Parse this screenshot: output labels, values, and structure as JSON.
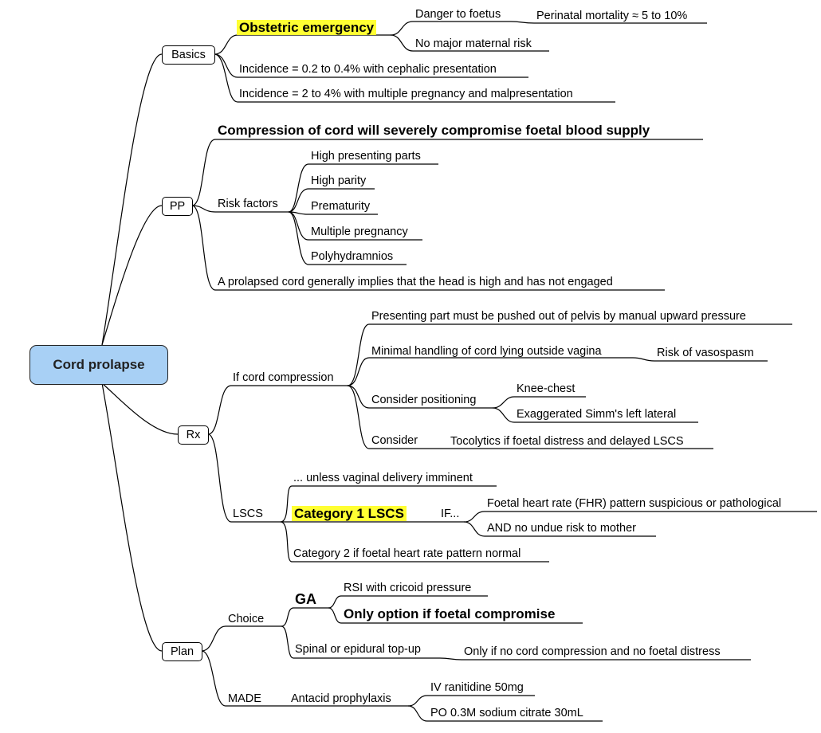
{
  "root": "Cord prolapse",
  "branches": {
    "basics": {
      "label": "Basics",
      "emergency": "Obstetric emergency",
      "danger": "Danger to foetus",
      "mortality": "Perinatal mortality ≈ 5 to 10%",
      "no_maternal": "No major maternal risk",
      "incidence_cephalic": "Incidence = 0.2 to 0.4% with cephalic presentation",
      "incidence_multiple": "Incidence = 2 to 4% with multiple pregnancy and malpresentation"
    },
    "pp": {
      "label": "PP",
      "compression": "Compression of cord will severely compromise foetal blood supply",
      "risk_factors": "Risk factors",
      "risks": [
        "High presenting parts",
        "High parity",
        "Prematurity",
        "Multiple pregnancy",
        "Polyhydramnios"
      ],
      "head_high": "A prolapsed cord generally implies that the head is high and has not engaged"
    },
    "rx": {
      "label": "Rx",
      "if_compression": "If cord compression",
      "push_out": "Presenting part must be pushed out of pelvis by manual upward pressure",
      "minimal_handling": "Minimal handling of cord lying outside vagina",
      "vasospasm": "Risk of vasospasm",
      "positioning": "Consider positioning",
      "knee_chest": "Knee-chest",
      "simms": "Exaggerated Simm's left lateral",
      "consider": "Consider",
      "tocolytics": "Tocolytics if foetal distress and delayed LSCS",
      "lscs": "LSCS",
      "unless": "... unless vaginal delivery imminent",
      "category1": "Category 1 LSCS",
      "if": "IF...",
      "fhr": "Foetal heart rate (FHR) pattern suspicious or pathological",
      "no_risk": "AND no undue risk to mother",
      "category2": "Category 2 if foetal heart rate pattern normal"
    },
    "plan": {
      "label": "Plan",
      "choice": "Choice",
      "ga": "GA",
      "rsi": "RSI with cricoid pressure",
      "only_option": "Only option if foetal compromise",
      "spinal": "Spinal or epidural top-up",
      "only_if": "Only if no cord compression and no foetal distress",
      "made": "MADE",
      "antacid": "Antacid prophylaxis",
      "ranitidine": "IV ranitidine 50mg",
      "citrate": "PO 0.3M sodium citrate 30mL"
    }
  },
  "colors": {
    "root_fill": "#a8d0f5",
    "highlight": "#ffff33",
    "line": "#000000"
  }
}
